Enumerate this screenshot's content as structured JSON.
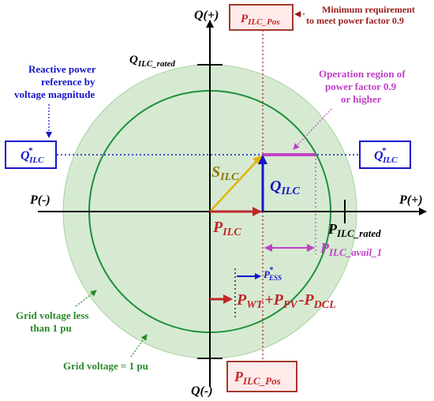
{
  "axes": {
    "q_pos": "Q(+)",
    "q_neg": "Q(-)",
    "p_pos": "P(+)",
    "p_neg": "P(-)",
    "q_rated": "Q",
    "q_rated_sub": "ILC_rated",
    "p_rated": "P",
    "p_rated_sub": "ILC_rated"
  },
  "labels": {
    "min_requirement_line1": "Minimum requirement",
    "min_requirement_line2": "to meet power factor 0.9",
    "reactive_ref_line1": "Reactive power",
    "reactive_ref_line2": "reference by",
    "reactive_ref_line3": "voltage magnitude",
    "op_region_line1": "Operation region of",
    "op_region_line2": "power factor 0.9",
    "op_region_line3": "or higher",
    "grid_less_line1": "Grid voltage less",
    "grid_less_line2": "than 1 pu",
    "grid_one": "Grid voltage = 1 pu"
  },
  "quantities": {
    "p_ilc_pos_top": {
      "main": "P",
      "sub": "ILC_Pos"
    },
    "p_ilc_pos_bottom": {
      "main": "P",
      "sub": "ILC_Pos"
    },
    "q_ilc_star_left": {
      "main": "Q",
      "sup": "*",
      "sub": "ILC"
    },
    "q_ilc_star_right": {
      "main": "Q",
      "sup": "*",
      "sub": "ILC"
    },
    "s_ilc": {
      "main": "S",
      "sub": "ILC"
    },
    "q_ilc": {
      "main": "Q",
      "sub": "ILC"
    },
    "p_ilc": {
      "main": "P",
      "sub": "ILC"
    },
    "p_ilc_avail": {
      "main": "P",
      "sub": "ILC_avail_1"
    },
    "p_ess_star": {
      "main": "P",
      "sup": "*",
      "sub": "ESS"
    },
    "p_sum": {
      "t1": "P",
      "s1": "WT",
      "op1": "+",
      "t2": "P",
      "s2": "PV",
      "op2": "-",
      "t3": "P",
      "s3": "DCL"
    }
  },
  "colors": {
    "axis": "#000000",
    "outer_disk": "#d6ead2",
    "outer_disk_edge": "#a9cfa3",
    "inner_circle": "#1e8f3a",
    "red": "#c0282b",
    "blue": "#1515c9",
    "gold": "#e0b400",
    "magenta": "#c040c8",
    "dark_red": "#9b1c1c",
    "green_text": "#2a8a2a",
    "box_fill": "#ffeaea",
    "box_edge": "#a33a2a"
  }
}
